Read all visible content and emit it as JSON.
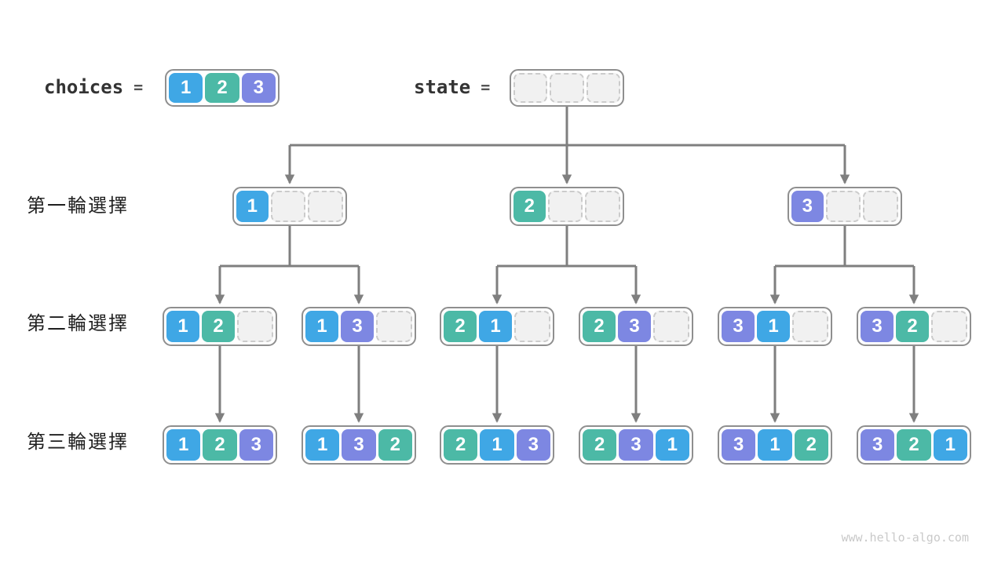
{
  "colors": {
    "value1": "#3fa7e5",
    "value2": "#4cb9a6",
    "value3": "#7d87e2",
    "line": "#7f7f7f",
    "box_border": "#8f8f8f",
    "empty_cell_fill": "#f1f1f1",
    "empty_cell_border": "#cbcbcb",
    "label_text": "#1f1f1f",
    "watermark_text": "#c9c9c9"
  },
  "header": {
    "choices_label": "choices",
    "equals_sign": "=",
    "choices_cells": [
      1,
      2,
      3
    ],
    "state_label": "state",
    "state_cells": [
      null,
      null,
      null
    ]
  },
  "rounds": [
    {
      "label": "第一輪選擇",
      "nodes": [
        [
          1,
          null,
          null
        ],
        [
          2,
          null,
          null
        ],
        [
          3,
          null,
          null
        ]
      ]
    },
    {
      "label": "第二輪選擇",
      "nodes": [
        [
          1,
          2,
          null
        ],
        [
          1,
          3,
          null
        ],
        [
          2,
          1,
          null
        ],
        [
          2,
          3,
          null
        ],
        [
          3,
          1,
          null
        ],
        [
          3,
          2,
          null
        ]
      ]
    },
    {
      "label": "第三輪選擇",
      "nodes": [
        [
          1,
          2,
          3
        ],
        [
          1,
          3,
          2
        ],
        [
          2,
          1,
          3
        ],
        [
          2,
          3,
          1
        ],
        [
          3,
          1,
          2
        ],
        [
          3,
          2,
          1
        ]
      ]
    }
  ],
  "watermark": "www.hello-algo.com"
}
